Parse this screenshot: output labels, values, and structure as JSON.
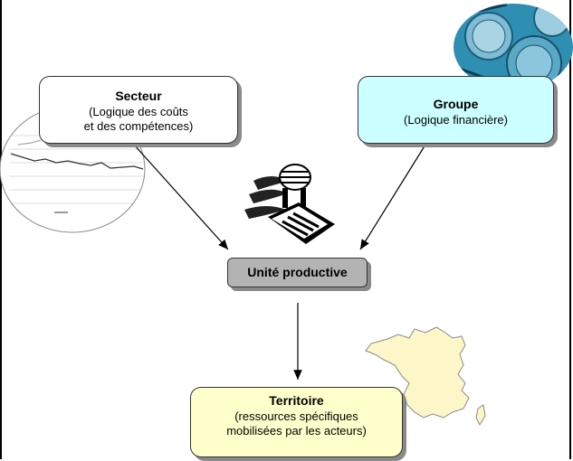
{
  "nodes": {
    "secteur": {
      "title": "Secteur",
      "line1": "(Logique des coûts",
      "line2": "et des compétences)"
    },
    "groupe": {
      "title": "Groupe",
      "line1": "(Logique financière)"
    },
    "unite": {
      "title": "Unité productive"
    },
    "territoire": {
      "title": "Territoire",
      "line1": "(ressources spécifiques",
      "line2": "mobilisées par les acteurs)"
    }
  },
  "images": {
    "coins": "coins-photo",
    "line_chart": "line-chart-thumbnail",
    "factory": "factory-clipart",
    "france_map": "france-map"
  },
  "colors": {
    "groupe_fill": "#ccffff",
    "unite_fill": "#b3b3b3",
    "territoire_fill": "#ffffcc",
    "map_fill": "#fdf6c9",
    "coins_blue": "#2f8fb2"
  }
}
